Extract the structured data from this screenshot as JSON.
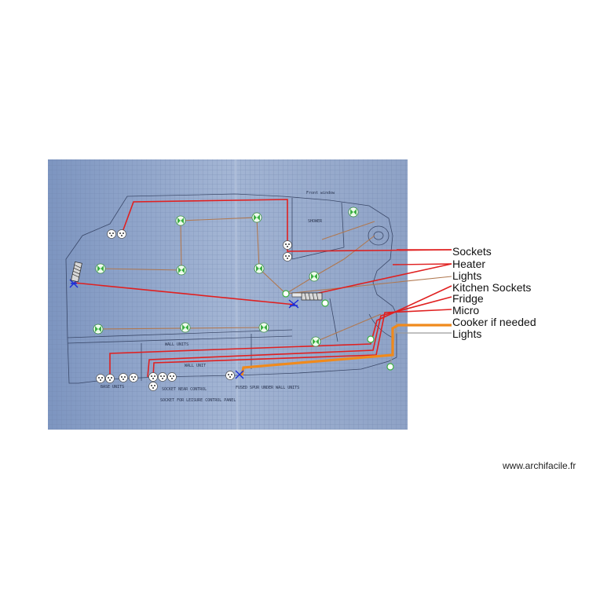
{
  "legend": {
    "items": [
      {
        "label": "Sockets",
        "color": "#e02020"
      },
      {
        "label": "Heater",
        "color": "#e02020"
      },
      {
        "label": "Lights",
        "color": "#b07850"
      },
      {
        "label": "Kitchen Sockets",
        "color": "#e02020"
      },
      {
        "label": "Fridge",
        "color": "#e02020"
      },
      {
        "label": "Micro",
        "color": "#e02020"
      },
      {
        "label": "Cooker if needed",
        "color": "#f08a1c"
      },
      {
        "label": "Lights",
        "color": "#9a9a9a"
      }
    ]
  },
  "plan_notes": {
    "front_window": "Front window",
    "shower": "SHOWER",
    "wall_units": "WALL UNITS",
    "base_units": "BASE UNITS",
    "wall_unit": "WALL UNIT",
    "socket_near_control": "SOCKET NEAR CONTROL",
    "socket_for_control": "SOCKET FOR LEISURE CONTROL PANEL",
    "fused_spur": "FUSED SPUR UNDER WALL UNITS"
  },
  "colors": {
    "paper": "#8fa4c8",
    "grid": "#6d82aa",
    "wire_red": "#e02020",
    "wire_orange": "#f08a1c",
    "wire_brown": "#b07850",
    "wire_grey": "#9a9a9a",
    "light_fixture": "#3cb043",
    "heater": "#1a2cd9"
  },
  "watermark": "www.archifacile.fr"
}
